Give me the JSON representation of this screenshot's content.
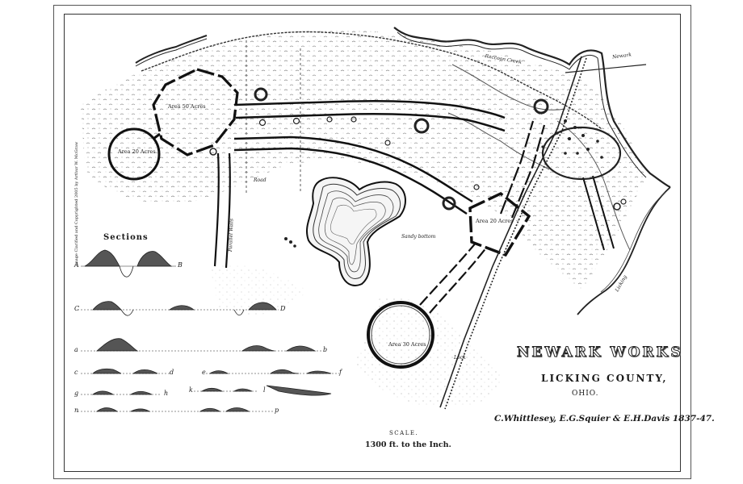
{
  "map": {
    "title": "NEWARK WORKS",
    "county": "LICKING COUNTY,",
    "state": "OHIO.",
    "authors": "C.Whittlesey, E.G.Squier & E.H.Davis 1837-47.",
    "scale_heading": "SCALE.",
    "scale_value": "1300 ft. to the Inch.",
    "sections_heading": "Sections",
    "areas": {
      "octagon": "Area 50 Acres",
      "circle": "Area 20 Acres",
      "square": "Area 20 Acres",
      "great_circle": "Area 30 Acres"
    },
    "features": {
      "town": "Newark",
      "river_raccoon": "Raccoon Creek",
      "river_licking": "Licking",
      "road": "Road",
      "sandy_bottom": "Sandy bottom",
      "lock": "Lock",
      "parallel_walls": "Parallel Walls"
    },
    "copyright_note": "Image Clarified and Copyrighted 2005 by Arthur W. McGraw",
    "section_rows": [
      {
        "start": "A",
        "end": "B"
      },
      {
        "start": "C",
        "end": "D"
      },
      {
        "start": "a",
        "end": "b"
      },
      {
        "start": "c",
        "end": "d"
      },
      {
        "start": "e",
        "end": "f"
      },
      {
        "start": "g",
        "end": "h"
      },
      {
        "start": "k",
        "end": "l"
      },
      {
        "start": "n",
        "end": "p"
      }
    ]
  }
}
